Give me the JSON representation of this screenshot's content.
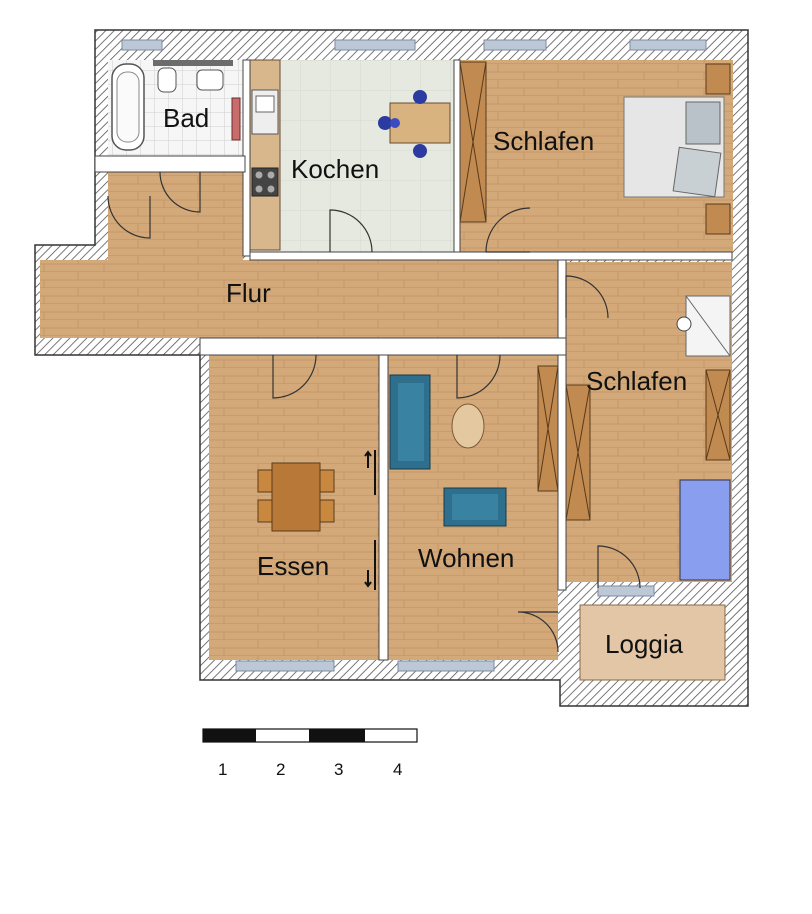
{
  "rooms": {
    "bad": "Bad",
    "kochen": "Kochen",
    "schlafen_1": "Schlafen",
    "flur": "Flur",
    "schlafen_2": "Schlafen",
    "essen": "Essen",
    "wohnen": "Wohnen",
    "loggia": "Loggia"
  },
  "scale_bar": {
    "ticks": [
      "1",
      "2",
      "3",
      "4"
    ]
  },
  "colors": {
    "wall": "#ffffff",
    "wall_hatch": "#555555",
    "wood_floor": "#d2a878",
    "kitchen_tile": "#e7eadf",
    "bath_tile": "#f7f7f7",
    "loggia_floor": "#e3c6a6",
    "furniture_blue": "#2e6f8e",
    "window": "#bcc8d6"
  }
}
